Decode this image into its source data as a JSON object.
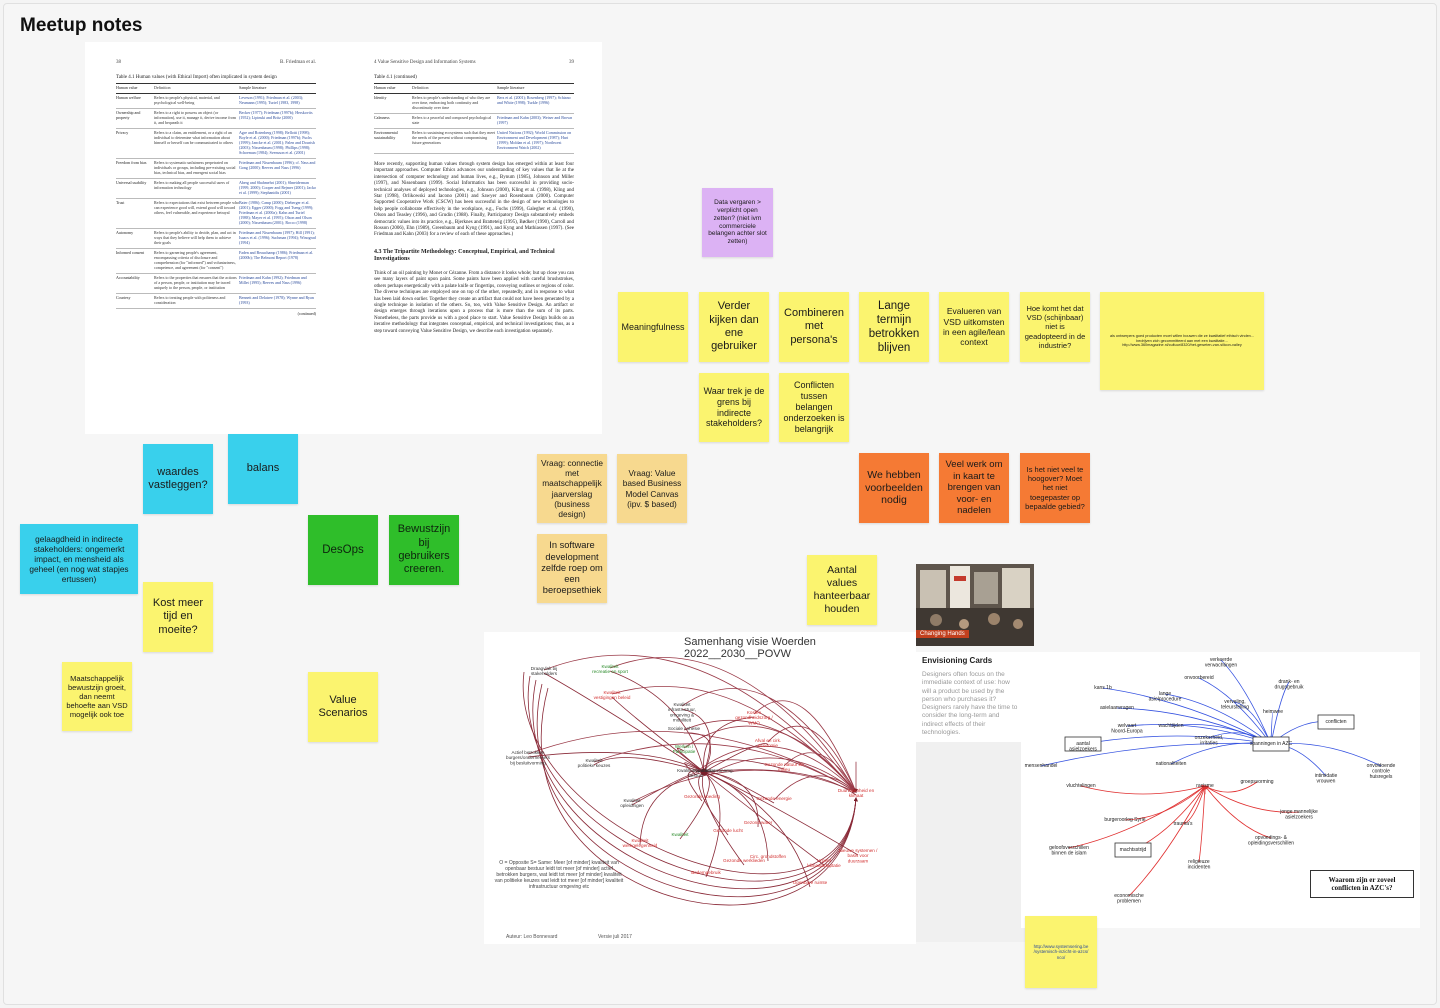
{
  "page": {
    "title": "Meetup notes"
  },
  "paper": {
    "left_page": {
      "page_number": "38",
      "author": "B. Friedman et al.",
      "table_caption": "Table 4.1  Human values (with Ethical Import) often implicated in system design",
      "headers": [
        "Human value",
        "Definition",
        "Sample literature"
      ],
      "rows": [
        [
          "Human welfare",
          "Refers to people's physical, material, and psychological well-being",
          "Leveson (1991); Friedman et al. (2003); Neumann (1995); Turiel (1983, 1998)"
        ],
        [
          "Ownership and property",
          "Refers to a right to possess an object (or information), use it, manage it, derive income from it, and bequeath it",
          "Becker (1977); Friedman (1997b); Herskovits (1952); Lipinski and Britz (2000)"
        ],
        [
          "Privacy",
          "Refers to a claim, an entitlement, or a right of an individual to determine what information about himself or herself can be communicated to others",
          "Agre and Rotenberg (1998); Bellotti (1998); Boyle et al. (2000); Friedman (1997b); Fuchs (1999); Jancke et al. (2001); Palen and Dourish (2003); Nissenbaum (1998); Phillips (1998); Schoeman (1984); Svensson et al. (2001)"
        ],
        [
          "Freedom from bias",
          "Refers to systematic unfairness perpetrated on individuals or groups, including pre-existing social bias, technical bias, and emergent social bias",
          "Friedman and Nissenbaum (1996); cf. Nass and Gong (2000); Reeves and Nass (1996)"
        ],
        [
          "Universal usability",
          "Refers to making all people successful users of information technology",
          "Aberg and Shahmehri (2001); Shneiderman (1999, 2000); Cooper and Rejmer (2001); Jacko et al. (1999); Stephanidis (2001)"
        ],
        [
          "Trust",
          "Refers to expectations that exist between people who can experience good will, extend good will toward others, feel vulnerable, and experience betrayal",
          "Baier (1986); Camp (2000); Dieberger et al. (2001); Egger (2000); Fogg and Tseng (1999); Friedman et al. (2000a); Kahn and Turiel (1988); Mayer et al. (1995); Olson and Olson (2000); Nissenbaum (2001); Rocco (1998)"
        ],
        [
          "Autonomy",
          "Refers to people's ability to decide, plan, and act in ways that they believe will help them to achieve their goals",
          "Friedman and Nissenbaum (1997); Hill (1991); Isaacs et al. (1996); Suchman (1994); Winograd (1994)"
        ],
        [
          "Informed consent",
          "Refers to garnering people's agreement, encompassing criteria of disclosure and comprehension (for \"informed\") and voluntariness, competence, and agreement (for \"consent\")",
          "Faden and Beauchamp (1986); Friedman et al. (2000b); The Belmont Report (1978)"
        ],
        [
          "Accountability",
          "Refers to the properties that ensures that the actions of a person, people, or institution may be traced uniquely to the person, people, or institution",
          "Friedman and Kahn (1992); Friedman and Millet (1995); Reeves and Nass (1996)"
        ],
        [
          "Courtesy",
          "Refers to treating people with politeness and consideration",
          "Bennett and Delatree (1978); Wynne and Ryan (1993)"
        ]
      ],
      "continued": "(continued)"
    },
    "right_page": {
      "page_number": "39",
      "chapter": "4   Value Sensitive Design and Information Systems",
      "table_caption": "Table 4.1  (continued)",
      "headers": [
        "Human value",
        "Definition",
        "Sample literature"
      ],
      "rows": [
        [
          "Identity",
          "Refers to people's understanding of who they are over time, embracing both continuity and discontinuity over time",
          "Bers et al. (2001); Rosenberg (1997); Schiano and White (1998); Turkle (1996)"
        ],
        [
          "Calmness",
          "Refers to a peaceful and composed psychological state",
          "Friedman and Kahn (2003); Weiser and Brown (1997)"
        ],
        [
          "Environmental sustainability",
          "Refers to sustaining ecosystems such that they meet the needs of the present without compromising future generations",
          "United Nations (1992); World Commission on Environment and Development (1987); Hart (1999); Moldan et al. (1997); Northwest Environment Watch (2002)"
        ]
      ],
      "paragraph1": "More recently, supporting human values through system design has emerged within at least four important approaches. Computer Ethics advances our understanding of key values that lie at the intersection of computer technology and human lives, e.g., Bynum (1985), Johnson and Miller (1997), and Nissenbaum (1999). Social Informatics has been successful in providing socio-technical analyses of deployed technologies, e.g., Johnson (2000), Kling et al. (1998), Kling and Star (1998), Orlikowski and Iacono (2001) and Sawyer and Rosenbaum (2000). Computer Supported Cooperative Work (CSCW) has been successful in the design of new technologies to help people collaborate effectively in the workplace, e.g., Fuchs (1999), Galegher et al. (1990), Olson and Teasley (1996), and Grudin (1988). Finally, Participatory Design substantively embeds democratic values into its practice, e.g., Bjerknes and Bratteteig (1995), Bødker (1990), Carroll and Rosson (2006), Ehn (1989), Greenbaum and Kyng (1991), and Kyng and Mathiassen (1997). (See Friedman and Kahn (2003) for a review of each of these approaches.)",
      "section_heading": "4.3   The Tripartite Methodology: Conceptual, Empirical, and Technical Investigations",
      "paragraph2": "Think of an oil painting by Monet or Cézanne. From a distance it looks whole; but up close you can see many layers of paint upon paint. Some paints have been applied with careful brushstrokes, others perhaps energetically with a palate knife or fingertips, conveying outlines or regions of color. The diverse techniques are employed one on top of the other, repeatedly, and in response to what has been laid down earlier. Together they create an artifact that could not have been generated by a single technique in isolation of the others. So, too, with Value Sensitive Design. An artifact or design emerges through iterations upon a process that is more than the sum of its parts. Nonetheless, the parts provide us with a good place to start. Value Sensitive Design builds on an iterative methodology that integrates conceptual, empirical, and technical investigations; thus, as a step toward conveying Value Sensitive Design, we describe each investigation separately."
    }
  },
  "stickies": {
    "data_vergaren": "Data vergaren > verplicht open zetten? (niet ivm commerciele belangen achter slot zetten)",
    "meaningfulness": "Meaningfulness",
    "verder_kijken": "Verder kijken dan ene gebruiker",
    "combineren": "Combineren met persona's",
    "lange_termijn": "Lange termijn betrokken blijven",
    "evalueren": "Evalueren van VSD uitkomsten in een agile/lean context",
    "hoe_komt": "Hoe komt het dat VSD (schijnbaar) niet is geadopteerd in de industrie?",
    "small_note": "als ontwerpers goed producten moet willen bouwen die ze kwalitatief ethisch vinden... bedrijven zich gecommitteerd aan met een kwalitatie... http://www.360magazine.nl/cultuur/8320/het-geweten-van-silicon-valley",
    "waar_trek": "Waar trek je de grens bij indirecte stakeholders?",
    "conflicten": "Conflicten tussen belangen onderzoeken is belangrijk",
    "waardes": "waardes vastleggen?",
    "balans": "balans",
    "vraag_connectie": "Vraag: connectie met maatschappelijk jaarverslag (business design)",
    "vraag_value": "Vraag: Value based Business Model Canvas (ipv. $ based)",
    "we_hebben": "We hebben voorbeelden nodig",
    "veel_werk": "Veel werk om in kaart te brengen van voor- en nadelen",
    "is_het_niet": "Is het niet veel te hoogover? Moet het niet toegepaster op bepaalde gebied?",
    "gelaagdheid": "gelaagdheid in indirecte stakeholders: ongemerkt impact, en mensheid als geheel (en nog wat stapjes ertussen)",
    "desops": "DesOps",
    "bewustzijn": "Bewustzijn bij gebruikers creeren.",
    "in_software": "In software development zelfde roep om een beroepsethiek",
    "aantal_values": "Aantal values hanteerbaar houden",
    "kost_meer": "Kost meer tijd en moeite?",
    "maatschappelijk": "Maatschappelijk bewustzijn groeit, dan neemt behoefte aan VSD mogelijk ook toe",
    "value_scenarios": "Value Scenarios",
    "systemsthinking_link": "http://www.systemsering.be /systemisch-inzicht-in-azcs/ nco/"
  },
  "photo": {
    "caption": "Changing Hands"
  },
  "diagram": {
    "title": "Samenhang visie Woerden 2022__2030__POVW",
    "note": "O = Opposite S= Same: Meer [of minder] kwaliteit van openbaar bestuur leidt tot meer [of minder] actief betrokken burgers, wat leidt tot meer [of minder] kwaliteit van politieke keuzes wat leidt tot meer [of minder] kwaliteit infrastructuur omgeving etc",
    "author": "Auteur: Leo Bonnevard",
    "version": "Versie juli 2017",
    "nodes": [
      {
        "label": "Draagvlak bij stakeholders",
        "color": "#333"
      },
      {
        "label": "Kwaliteit recreatie en sport",
        "color": "#2a8a2a"
      },
      {
        "label": "Kwaliteit vestigingen beleid",
        "color": "#d23030"
      },
      {
        "label": "Kwaliteit infrastructuur, omgeving & mobiliteit",
        "color": "#333"
      },
      {
        "label": "Kosten gezondheidszorg / WMO",
        "color": "#d23030"
      },
      {
        "label": "Sociale cohesie",
        "color": "#333"
      },
      {
        "label": "Werken / Participatie",
        "color": "#2a8a2a"
      },
      {
        "label": "Afval en cirk. economie",
        "color": "#d23030"
      },
      {
        "label": "Gezonde natuur en milieu",
        "color": "#d23030"
      },
      {
        "label": "Actief betrokken burgers/ondernemers bij besluitvorming",
        "color": "#333"
      },
      {
        "label": "Kwaliteit politieke keuzes",
        "color": "#333"
      },
      {
        "label": "Kwaliteit woonomg. ",
        "color": "#333"
      },
      {
        "label": "Kwaliteit openbaar bestuur",
        "color": "#333"
      },
      {
        "label": "Kwaliteit opleidingen",
        "color": "#333"
      },
      {
        "label": "Gezonde energie",
        "color": "#d23030"
      },
      {
        "label": "Duurzaamheid en klimaat",
        "color": "#d23030"
      },
      {
        "label": "Gezonde voeding",
        "color": "#d23030"
      },
      {
        "label": "Gezond water",
        "color": "#d23030"
      },
      {
        "label": "Kwaliteit werkgelegenheid",
        "color": "#d23030"
      },
      {
        "label": "Kwaliteit",
        "color": "#2a8a2a"
      },
      {
        "label": "Gezonde lucht",
        "color": "#d23030"
      },
      {
        "label": "Circ. grondstoffen",
        "color": "#d23030"
      },
      {
        "label": "Urgent klimaatadaptatie",
        "color": "#d23030"
      },
      {
        "label": "Bodemgebruik",
        "color": "#d23030"
      },
      {
        "label": "Gezonde werklieden",
        "color": "#d23030"
      },
      {
        "label": "Openbare ruimte",
        "color": "#d23030"
      },
      {
        "label": "Nieuwe systemen / basis voor duurzaam",
        "color": "#d23030"
      }
    ]
  },
  "envisioning": {
    "title": "Envisioning Cards",
    "text": "Designers often focus on the immediate context of use: how will a product be used by the person who purchases it? Designers rarely have the time to consider the long-term and indirect effects of their technologies."
  },
  "azc": {
    "question": "Waarom zijn er zoveel conflicten in AZC's?",
    "labels": [
      {
        "text": "verkeerde verwachtingen",
        "color": "#222"
      },
      {
        "text": "onvoorbereid",
        "color": "#222"
      },
      {
        "text": "kans 1b",
        "color": "#222"
      },
      {
        "text": "lange asielprocedure",
        "color": "#222"
      },
      {
        "text": "drank- en drugsgebruik",
        "color": "#222"
      },
      {
        "text": "verveling, teleurstelling",
        "color": "#222"
      },
      {
        "text": "asielaanvragen",
        "color": "#222"
      },
      {
        "text": "welvaart Noord-Europa",
        "color": "#222"
      },
      {
        "text": "wachttijden",
        "color": "#222"
      },
      {
        "text": "heimwee",
        "color": "#222"
      },
      {
        "text": "conflicten",
        "color": "#222"
      },
      {
        "text": "aantal asielzoekers",
        "color": "#222"
      },
      {
        "text": "onzekerheid, irritaties",
        "color": "#222"
      },
      {
        "text": "spanningen in AZC",
        "color": "#222"
      },
      {
        "text": "mensenhandel",
        "color": "#222"
      },
      {
        "text": "nationaliteiten",
        "color": "#222"
      },
      {
        "text": "intimidatie vrouwen",
        "color": "#222"
      },
      {
        "text": "onvoldoende controle huisregels",
        "color": "#222"
      },
      {
        "text": "vluchtelingen",
        "color": "#222"
      },
      {
        "text": "racisme",
        "color": "#222"
      },
      {
        "text": "groepsvorming",
        "color": "#222"
      },
      {
        "text": "burgeroorlog Syrië",
        "color": "#222"
      },
      {
        "text": "jonge mannelijke asielzoekers",
        "color": "#222"
      },
      {
        "text": "trauma's",
        "color": "#222"
      },
      {
        "text": "geloofsverschillen binnen de islam",
        "color": "#222"
      },
      {
        "text": "machtsstrijd",
        "color": "#222"
      },
      {
        "text": "opvoedings- & opleidingsverschillen",
        "color": "#222"
      },
      {
        "text": "religieuze incidenten",
        "color": "#222"
      },
      {
        "text": "economische problemen",
        "color": "#222"
      }
    ]
  },
  "colors": {
    "yellow": "#fbf46f",
    "cyan": "#39d0ec",
    "green": "#2fbe2a",
    "orange": "#f57a34",
    "purple": "#dcb2f4",
    "tan": "#f7d98f"
  }
}
